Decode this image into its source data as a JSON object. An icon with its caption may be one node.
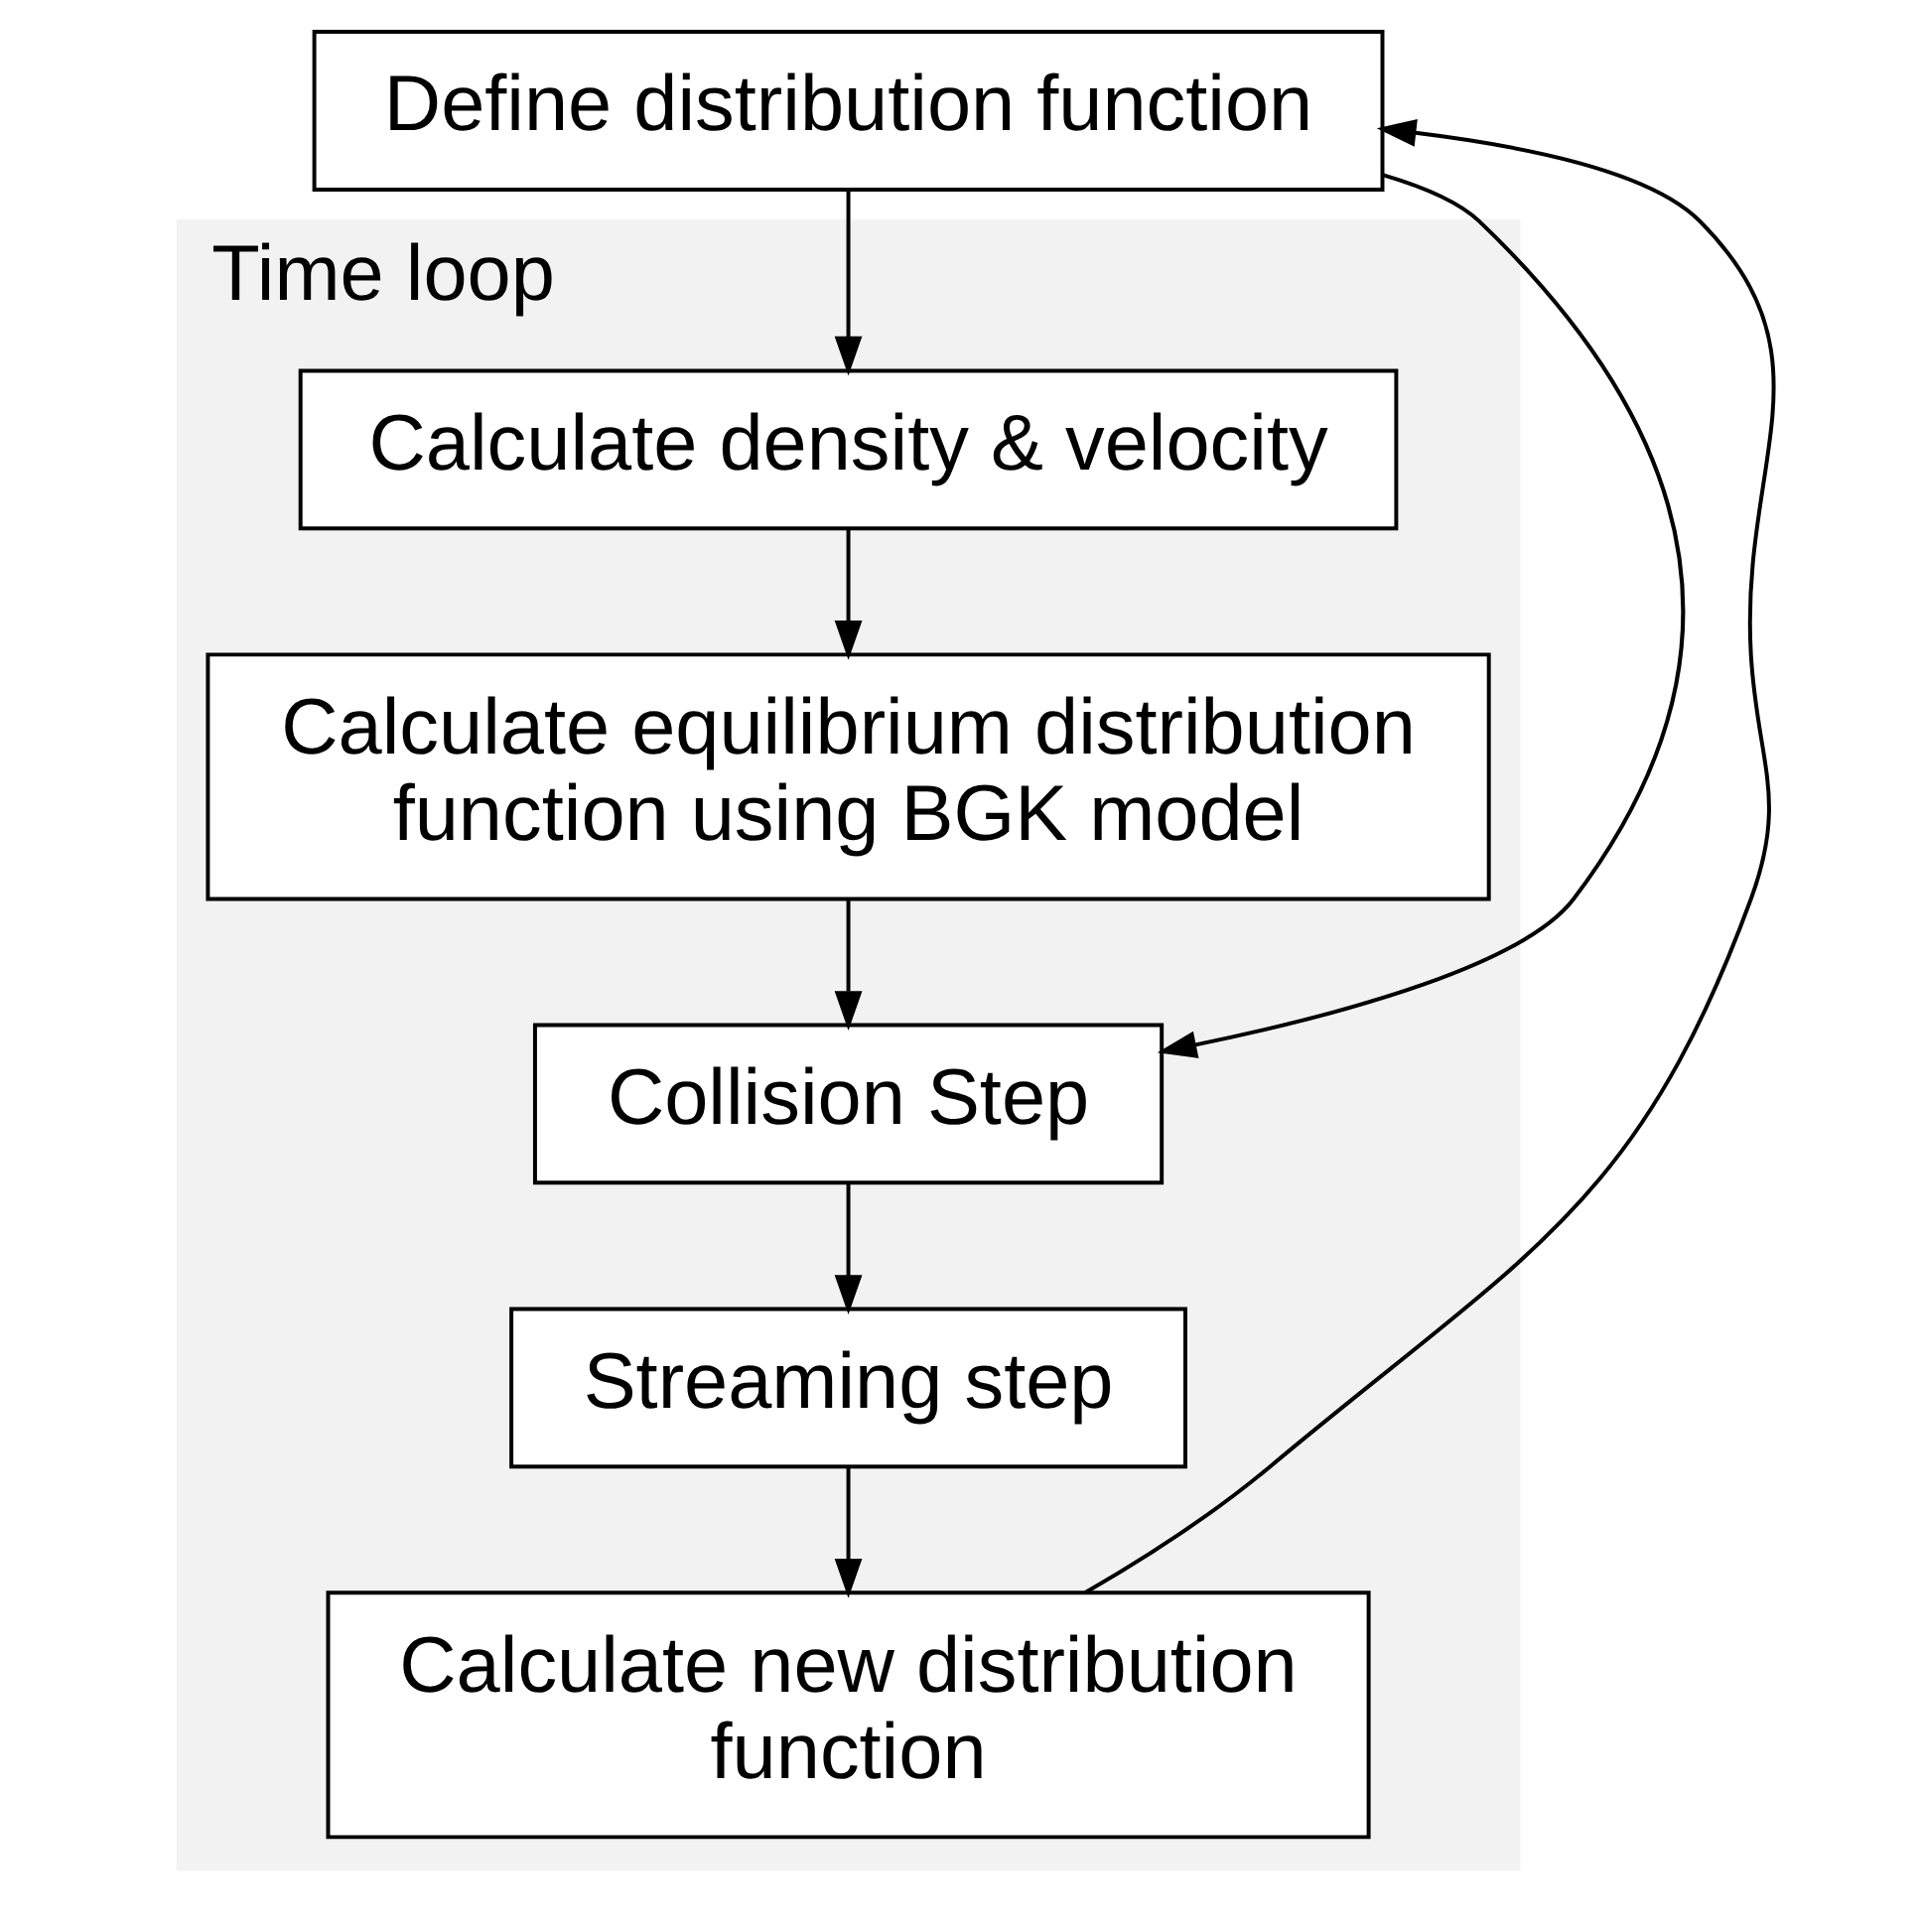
{
  "diagram": {
    "nodes": [
      {
        "text": [
          "Define distribution function"
        ]
      },
      {
        "text": [
          "Time loop"
        ]
      },
      {
        "text": [
          "Calculate density & velocity"
        ],
        "in": 1
      },
      {
        "text": [
          "Calculate equilibrium distribution function using BGK model"
        ],
        "in": 1
      },
      {
        "text": [
          "Collision Step"
        ],
        "in": 1
      },
      {
        "text": [
          "Streaming step"
        ],
        "in": 1
      },
      {
        "text": [
          "Calculate new distribution function"
        ],
        "in": 1
      }
    ],
    "edges": [
      {
        "from": 0,
        "to": 2,
        "arrow": "to"
      },
      {
        "from": 2,
        "to": 3,
        "arrow": "to"
      },
      {
        "from": 3,
        "to": 4,
        "arrow": "to"
      },
      {
        "from": 4,
        "to": 5,
        "arrow": "to"
      },
      {
        "from": 5,
        "to": 6,
        "arrow": "to"
      },
      {
        "from": 6,
        "to": 0,
        "arrow": "to"
      },
      {
        "from": 0,
        "to": 4,
        "arrow": "to"
      }
    ]
  }
}
